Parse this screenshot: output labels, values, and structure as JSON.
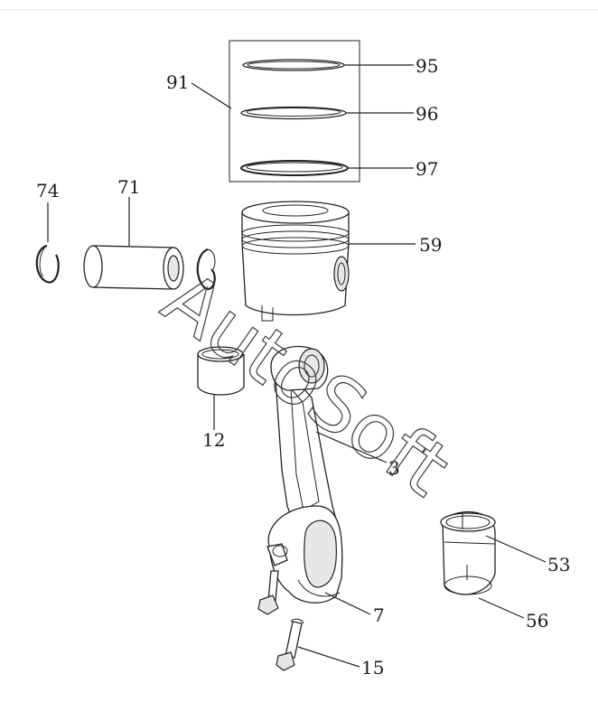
{
  "watermark": "AutoSoft",
  "callouts": {
    "c91": "91",
    "c95": "95",
    "c96": "96",
    "c97": "97",
    "c74": "74",
    "c71": "71",
    "c59": "59",
    "c12": "12",
    "c3": "3",
    "c53": "53",
    "c7": "7",
    "c56": "56",
    "c15": "15"
  }
}
